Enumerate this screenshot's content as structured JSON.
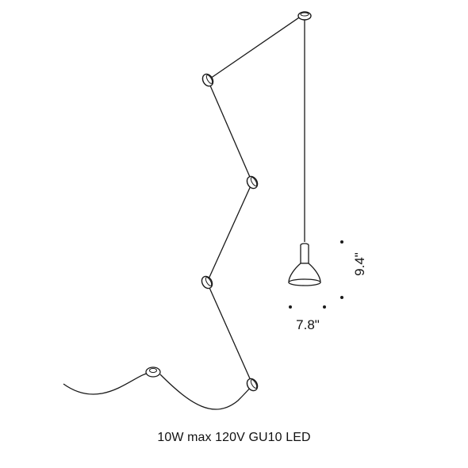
{
  "diagram": {
    "width_label": "7.8\"",
    "height_label": "9.4\"",
    "caption": "10W max 120V GU10 LED"
  },
  "colors": {
    "line": "#1a1a1a",
    "background": "#ffffff"
  }
}
